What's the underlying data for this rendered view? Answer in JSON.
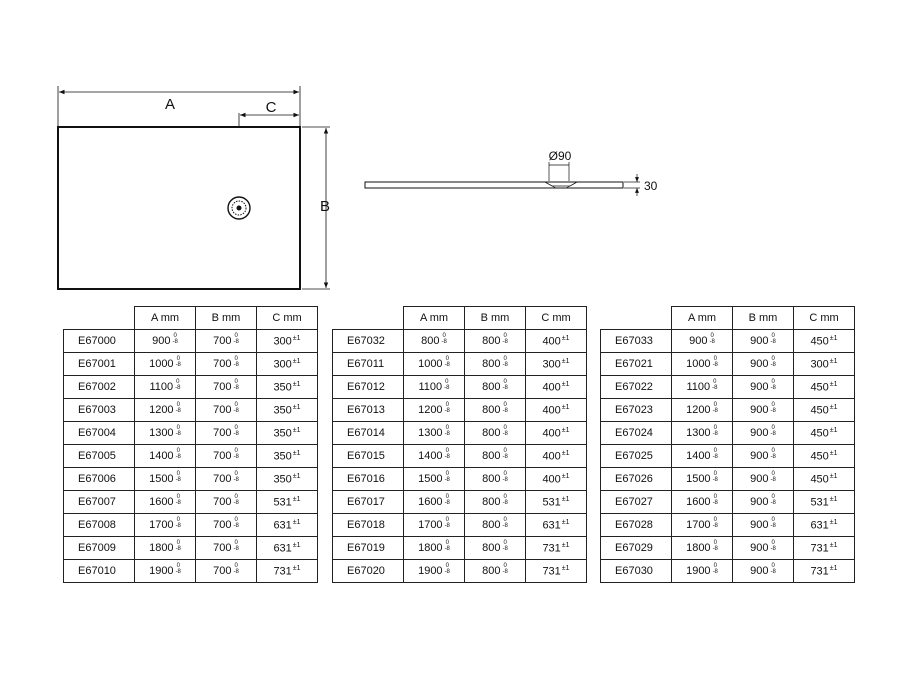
{
  "dimensions": {
    "a_label": "A",
    "b_label": "B",
    "c_label": "C",
    "drain_diameter": "Ø90",
    "thickness": "30"
  },
  "tolerances": {
    "ab_upper": "0",
    "ab_lower": "-8",
    "c": "±1"
  },
  "tables": [
    {
      "headers": [
        "A mm",
        "B mm",
        "C mm"
      ],
      "rows": [
        {
          "code": "E67000",
          "a": "900",
          "b": "700",
          "c": "300"
        },
        {
          "code": "E67001",
          "a": "1000",
          "b": "700",
          "c": "300"
        },
        {
          "code": "E67002",
          "a": "1100",
          "b": "700",
          "c": "350"
        },
        {
          "code": "E67003",
          "a": "1200",
          "b": "700",
          "c": "350"
        },
        {
          "code": "E67004",
          "a": "1300",
          "b": "700",
          "c": "350"
        },
        {
          "code": "E67005",
          "a": "1400",
          "b": "700",
          "c": "350"
        },
        {
          "code": "E67006",
          "a": "1500",
          "b": "700",
          "c": "350"
        },
        {
          "code": "E67007",
          "a": "1600",
          "b": "700",
          "c": "531"
        },
        {
          "code": "E67008",
          "a": "1700",
          "b": "700",
          "c": "631"
        },
        {
          "code": "E67009",
          "a": "1800",
          "b": "700",
          "c": "631"
        },
        {
          "code": "E67010",
          "a": "1900",
          "b": "700",
          "c": "731"
        }
      ]
    },
    {
      "headers": [
        "A mm",
        "B mm",
        "C mm"
      ],
      "rows": [
        {
          "code": "E67032",
          "a": "800",
          "b": "800",
          "c": "400"
        },
        {
          "code": "E67011",
          "a": "1000",
          "b": "800",
          "c": "300"
        },
        {
          "code": "E67012",
          "a": "1100",
          "b": "800",
          "c": "400"
        },
        {
          "code": "E67013",
          "a": "1200",
          "b": "800",
          "c": "400"
        },
        {
          "code": "E67014",
          "a": "1300",
          "b": "800",
          "c": "400"
        },
        {
          "code": "E67015",
          "a": "1400",
          "b": "800",
          "c": "400"
        },
        {
          "code": "E67016",
          "a": "1500",
          "b": "800",
          "c": "400"
        },
        {
          "code": "E67017",
          "a": "1600",
          "b": "800",
          "c": "531"
        },
        {
          "code": "E67018",
          "a": "1700",
          "b": "800",
          "c": "631"
        },
        {
          "code": "E67019",
          "a": "1800",
          "b": "800",
          "c": "731"
        },
        {
          "code": "E67020",
          "a": "1900",
          "b": "800",
          "c": "731"
        }
      ]
    },
    {
      "headers": [
        "A mm",
        "B mm",
        "C mm"
      ],
      "rows": [
        {
          "code": "E67033",
          "a": "900",
          "b": "900",
          "c": "450"
        },
        {
          "code": "E67021",
          "a": "1000",
          "b": "900",
          "c": "300"
        },
        {
          "code": "E67022",
          "a": "1100",
          "b": "900",
          "c": "450"
        },
        {
          "code": "E67023",
          "a": "1200",
          "b": "900",
          "c": "450"
        },
        {
          "code": "E67024",
          "a": "1300",
          "b": "900",
          "c": "450"
        },
        {
          "code": "E67025",
          "a": "1400",
          "b": "900",
          "c": "450"
        },
        {
          "code": "E67026",
          "a": "1500",
          "b": "900",
          "c": "450"
        },
        {
          "code": "E67027",
          "a": "1600",
          "b": "900",
          "c": "531"
        },
        {
          "code": "E67028",
          "a": "1700",
          "b": "900",
          "c": "631"
        },
        {
          "code": "E67029",
          "a": "1800",
          "b": "900",
          "c": "731"
        },
        {
          "code": "E67030",
          "a": "1900",
          "b": "900",
          "c": "731"
        }
      ]
    }
  ]
}
